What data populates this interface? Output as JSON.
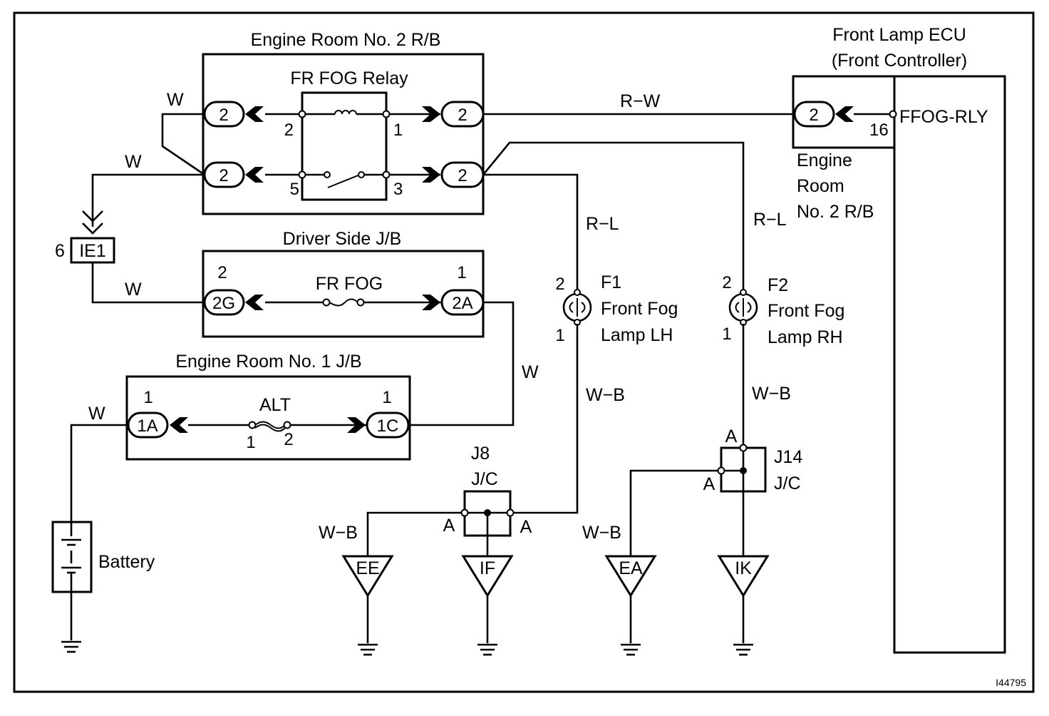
{
  "labels": {
    "er2_title": "Engine Room No. 2 R/B",
    "relay_title": "FR FOG Relay",
    "ecu_title_1": "Front Lamp ECU",
    "ecu_title_2": "(Front Controller)",
    "ecu_terminal": "FFOG-RLY",
    "ecu_pin": "16",
    "ecu_sub_1": "Engine",
    "ecu_sub_2": "Room",
    "ecu_sub_3": "No. 2 R/B",
    "djb_title": "Driver Side J/B",
    "fuse_fr_fog": "FR FOG",
    "er1_title": "Engine Room No. 1 J/B",
    "fuse_alt": "ALT",
    "battery": "Battery",
    "ie1": "IE1",
    "ie1_pin": "6",
    "f1_id": "F1",
    "f1_name_1": "Front Fog",
    "f1_name_2": "Lamp LH",
    "f2_id": "F2",
    "f2_name_1": "Front Fog",
    "f2_name_2": "Lamp RH",
    "j8_id": "J8",
    "j8_type": "J/C",
    "j14_id": "J14",
    "j14_type": "J/C",
    "ground_ee": "EE",
    "ground_if": "IF",
    "ground_ea": "EA",
    "ground_ik": "IK",
    "figure_code": "I44795"
  },
  "connectors": {
    "er2_l1": "2",
    "er2_l2": "2",
    "er2_r1": "2",
    "er2_r2": "2",
    "ecu_conn": "2",
    "djb_l": "2G",
    "djb_r": "2A",
    "er1_l": "1A",
    "er1_r": "1C"
  },
  "pins": {
    "relay_2": "2",
    "relay_1": "1",
    "relay_5": "5",
    "relay_3": "3",
    "djb_2": "2",
    "djb_1": "1",
    "er1_1": "1",
    "er1_1b": "1",
    "alt_1": "1",
    "alt_2": "2",
    "f1_top": "2",
    "f1_bot": "1",
    "f2_top": "2",
    "f2_bot": "1",
    "j8_a_left": "A",
    "j8_a_right": "A",
    "j14_a_top": "A",
    "j14_a_left": "A"
  },
  "wire_colors": {
    "w1": "W",
    "w2": "W",
    "w3": "W",
    "w4": "W",
    "w5": "W",
    "rw": "R−W",
    "rl1": "R−L",
    "rl2": "R−L",
    "wb1": "W−B",
    "wb2": "W−B",
    "wb3": "W−B",
    "wb4": "W−B"
  }
}
